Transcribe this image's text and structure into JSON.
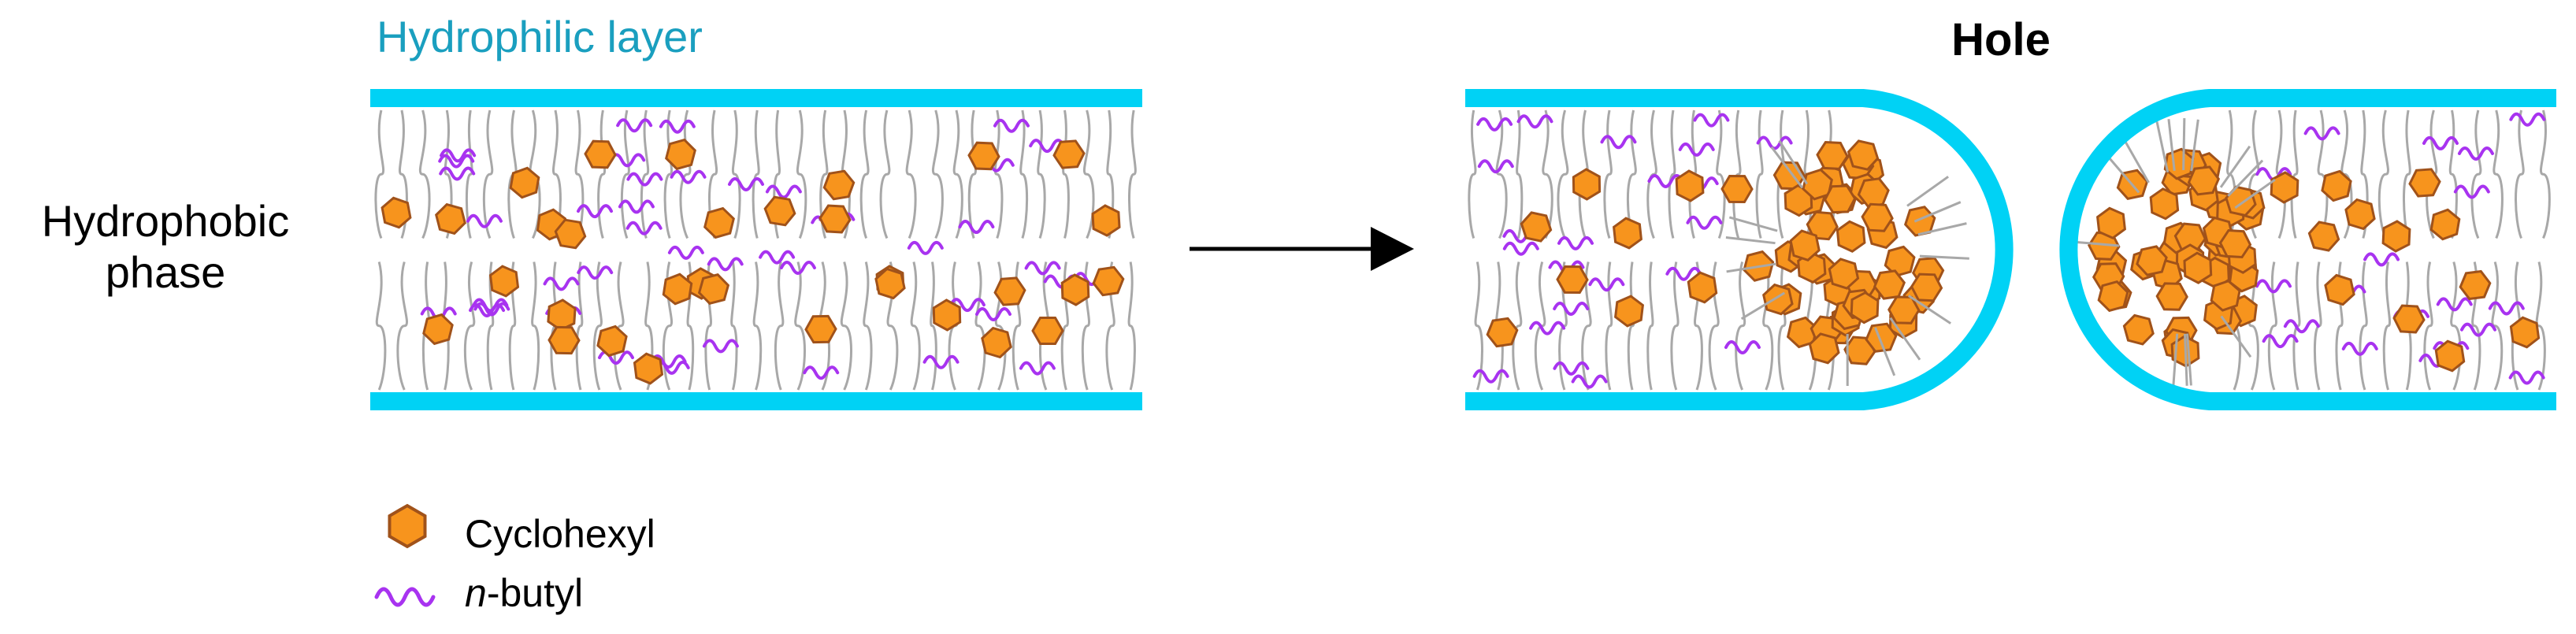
{
  "labels": {
    "hydrophilic_layer": "Hydrophilic layer",
    "hydrophobic_line1": "Hydrophobic",
    "hydrophobic_line2": "phase",
    "hole": "Hole"
  },
  "legend": {
    "cyclohexyl": "Cyclohexyl",
    "butyl_prefix": "n",
    "butyl_suffix": "-butyl"
  },
  "colors": {
    "hydrophilic": "#00d2f5",
    "hydrophilic_text": "#1a9fbf",
    "hexagon_fill": "#f7941d",
    "hexagon_stroke": "#a0521a",
    "butyl": "#a833f0",
    "chain": "#a8a8a8",
    "arrow": "#000000",
    "text": "#000000"
  },
  "icons": {
    "arrow": "right-arrow-icon",
    "cyclohexyl": "hexagon-icon",
    "butyl": "wavy-line-icon"
  }
}
